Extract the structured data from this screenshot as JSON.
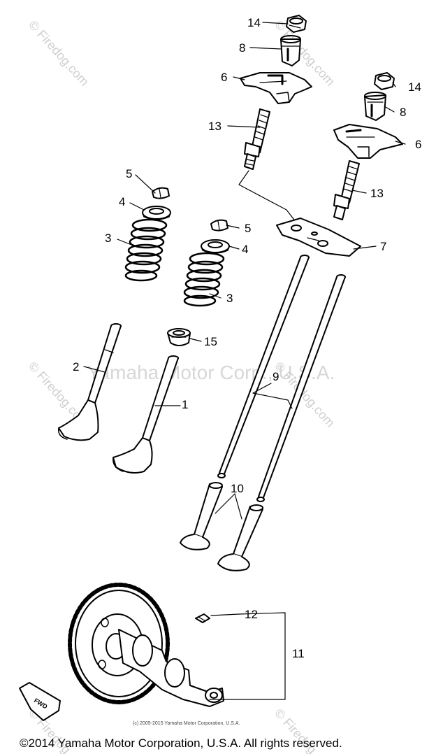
{
  "callouts": {
    "c1": "1",
    "c2": "2",
    "c3a": "3",
    "c3b": "3",
    "c4a": "4",
    "c4b": "4",
    "c5a": "5",
    "c5b": "5",
    "c6a": "6",
    "c6b": "6",
    "c7": "7",
    "c8a": "8",
    "c8b": "8",
    "c9": "9",
    "c10": "10",
    "c11": "11",
    "c12": "12",
    "c13a": "13",
    "c13b": "13",
    "c14a": "14",
    "c14b": "14",
    "c15": "15"
  },
  "watermark": {
    "site": "© Firedog.com",
    "center": "Yamaha Motor Corp., U.S.A."
  },
  "fine_print": "(c) 2005-2015 Yamaha Motor Corporation, U.S.A.",
  "fwd_label": "FWD",
  "footer": "©2014 Yamaha Motor Corporation, U.S.A. All rights reserved."
}
